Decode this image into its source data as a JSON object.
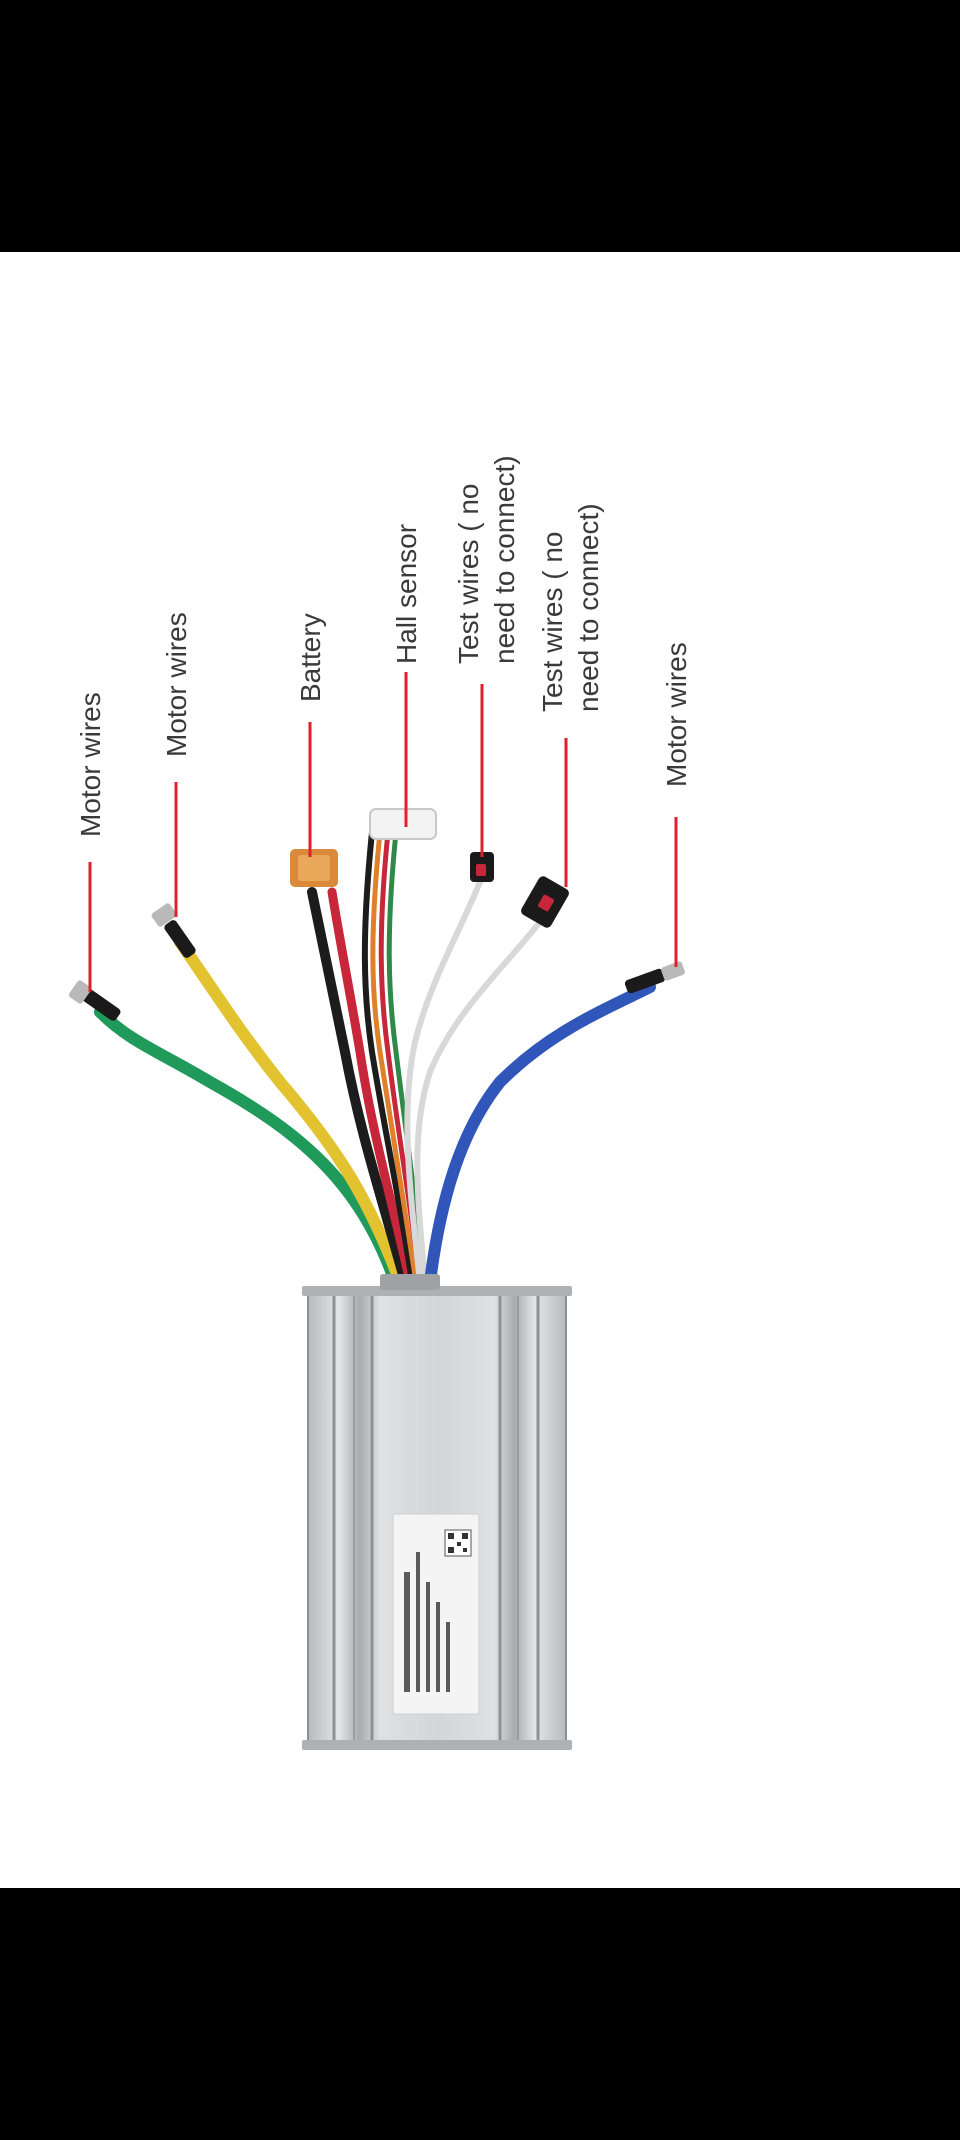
{
  "labels": {
    "motor_1": "Motor wires",
    "motor_2": "Motor wires",
    "battery": "Battery",
    "hall": "Hall sensor",
    "test_1_line1": "Test wires ( no",
    "test_1_line2": "need to connect)",
    "test_2_line1": "Test wires ( no",
    "test_2_line2": "need to connect)",
    "motor_3": "Motor wires"
  },
  "colors": {
    "leader_line": "#e0202a",
    "wire_green": "#1f9a5a",
    "wire_yellow": "#e2c22e",
    "wire_blue": "#2f56b8",
    "wire_white": "#e8e8e8",
    "wire_black": "#1c1c1c",
    "wire_red": "#c8263a",
    "connector_battery": "#d98a3a",
    "housing": "#c9ccce"
  }
}
